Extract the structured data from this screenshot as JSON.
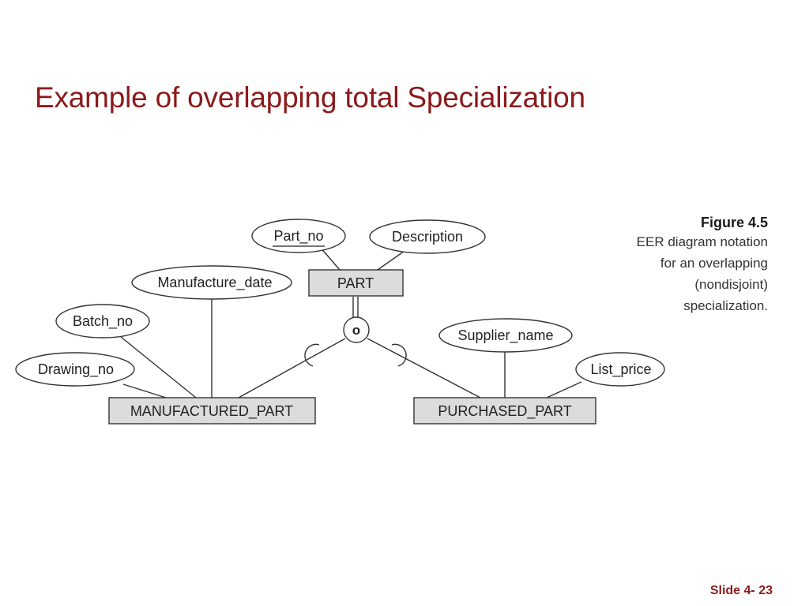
{
  "slide": {
    "title": "Example of overlapping total Specialization",
    "number": "Slide 4- 23"
  },
  "caption": {
    "label": "Figure 4.5",
    "text": "EER diagram notation\nfor an overlapping\n(nondisjoint)\nspecialization."
  },
  "diagram": {
    "superclass": {
      "name": "PART"
    },
    "specialization": {
      "symbol": "o",
      "kind": "overlapping",
      "participation": "total"
    },
    "subclasses": [
      {
        "name": "MANUFACTURED_PART"
      },
      {
        "name": "PURCHASED_PART"
      }
    ],
    "attributes": {
      "part": [
        {
          "name": "Part_no",
          "key": true
        },
        {
          "name": "Description",
          "key": false
        }
      ],
      "manufactured_part": [
        {
          "name": "Manufacture_date",
          "key": false
        },
        {
          "name": "Batch_no",
          "key": false
        },
        {
          "name": "Drawing_no",
          "key": false
        }
      ],
      "purchased_part": [
        {
          "name": "Supplier_name",
          "key": false
        },
        {
          "name": "List_price",
          "key": false
        }
      ]
    }
  },
  "colors": {
    "title": "#8b1a1a",
    "entity_fill": "#dcdcdc",
    "stroke": "#333333"
  }
}
